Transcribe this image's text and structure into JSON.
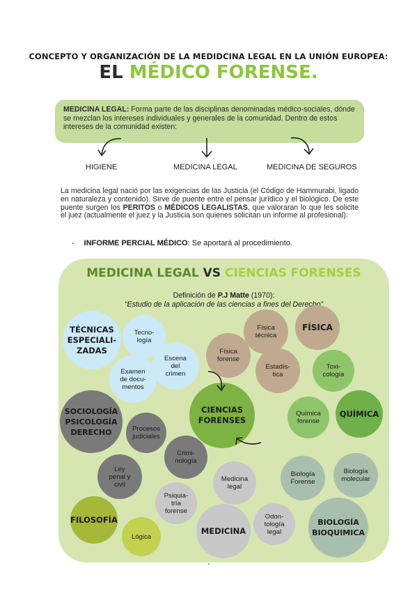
{
  "header": {
    "supertitle": "CONCEPTO Y ORGANIZACIÓN DE LA MEDIDCINA LEGAL EN LA UNIÓN EUROPEA:",
    "title_part1": "EL ",
    "title_part2": "MÉDICO FORENSE."
  },
  "definition_box": {
    "term": "MEDICINA LEGAL:",
    "text": " Forma parte de las disciplinas denominadas médico-sociales, dónde se mezclan los intereses individuales y generales de la comunidad. Dentro de estos intereses de la comunidad existen:"
  },
  "branches": [
    "HIGIENE",
    "MEDICINA LEGAL",
    "MEDICINA DE SEGUROS"
  ],
  "paragraph": {
    "text1": "La medicina legal nació por las exigencias de las Justicia (el Código de Hammurabi, ligado en naturaleza y contenido). Sirve de puente entre el pensar jurídico y el biológico. De este puente surgen los ",
    "bold1": "PERITOS",
    "text2": " o ",
    "bold2": "MÉDICOS LEGALISTAS",
    "text3": ", que valoraran lo que les solicite el juez (actualmente el juez y la Justicia son quienes solicitan un informe al profesional)."
  },
  "bullet": {
    "dash": "-",
    "bold": "INFORME PERCIAL MÉDICO",
    "text": ": Se aportará al procedimiento."
  },
  "panel": {
    "title_part1": "MEDICINA LEGAL ",
    "title_part2": "VS ",
    "title_part3": "CIENCIAS FORENSES",
    "definition_prefix": "Definición de ",
    "definition_author": "P.J Matte",
    "definition_year": " (1970):",
    "quote": "“Estudio de la aplicación de las ciencias a fines del Derecho”"
  },
  "colors": {
    "accent_green": "#8dc63f",
    "box_green": "#c5dd9d",
    "panel_green": "#d7e6b0",
    "light_blue": "#cbe9f7",
    "tan": "#bfaa8f",
    "olive_green": "#7cb342",
    "dark_gray": "#6e6e6e",
    "mid_gray": "#8c8c8c",
    "light_gray": "#c8c8c8",
    "lime": "#b3c93a",
    "sage": "#a9bfae"
  },
  "bubbles": [
    {
      "label": "TÉCNICAS\nESPECIALI-\nZADAS",
      "fill": "#cbe9f7",
      "bold": true
    },
    {
      "label": "Tecno-\nlogía",
      "fill": "#cbe9f7",
      "bold": false
    },
    {
      "label": "Escena\ndel\ncrimen",
      "fill": "#cbe9f7",
      "bold": false
    },
    {
      "label": "Examen\nde docu-\nmentos",
      "fill": "#cbe9f7",
      "bold": false
    },
    {
      "label": "Física\ntécnica",
      "fill": "#bfaa8f",
      "bold": false
    },
    {
      "label": "FÍSICA",
      "fill": "#bfaa8f",
      "bold": true
    },
    {
      "label": "Física\nforense",
      "fill": "#bfaa8f",
      "bold": false
    },
    {
      "label": "Estadís-\ntica",
      "fill": "#bfaa8f",
      "bold": false
    },
    {
      "label": "Toxi-\ncología",
      "fill": "#8fc56a",
      "bold": false
    },
    {
      "label": "CIENCIAS\nFORENSES",
      "fill": "#7cb342",
      "bold": true
    },
    {
      "label": "Química\nforense",
      "fill": "#8fc56a",
      "bold": false
    },
    {
      "label": "QUÍMICA",
      "fill": "#6fb04a",
      "bold": true
    },
    {
      "label": "SOCIOLOGÍA\nPSICOLOGÍA\nDERECHO",
      "fill": "#7a7a7a",
      "bold": true
    },
    {
      "label": "Procesos\njudiciales",
      "fill": "#7a7a7a",
      "bold": false
    },
    {
      "label": "Crimi-\nnología",
      "fill": "#7a7a7a",
      "bold": false
    },
    {
      "label": "Ley\npenal y\ncivil",
      "fill": "#7a7a7a",
      "bold": false
    },
    {
      "label": "Medicina\nlegal",
      "fill": "#c8c8c8",
      "bold": false
    },
    {
      "label": "Psiquia-\ntría\nforense",
      "fill": "#c8c8c8",
      "bold": false
    },
    {
      "label": "Biología\nForense",
      "fill": "#a9bfae",
      "bold": false
    },
    {
      "label": "Biología\nmolecular",
      "fill": "#a9bfae",
      "bold": false
    },
    {
      "label": "FILOSOFÍA",
      "fill": "#a5b83a",
      "bold": true
    },
    {
      "label": "Lógica",
      "fill": "#c2d24e",
      "bold": false
    },
    {
      "label": "MEDICINA",
      "fill": "#c8c8c8",
      "bold": true
    },
    {
      "label": "Odon-\ntología\nlegal",
      "fill": "#c8c8c8",
      "bold": false
    },
    {
      "label": "BIOLOGÍA\nBIOQUIMICA",
      "fill": "#a9bfae",
      "bold": true
    }
  ]
}
